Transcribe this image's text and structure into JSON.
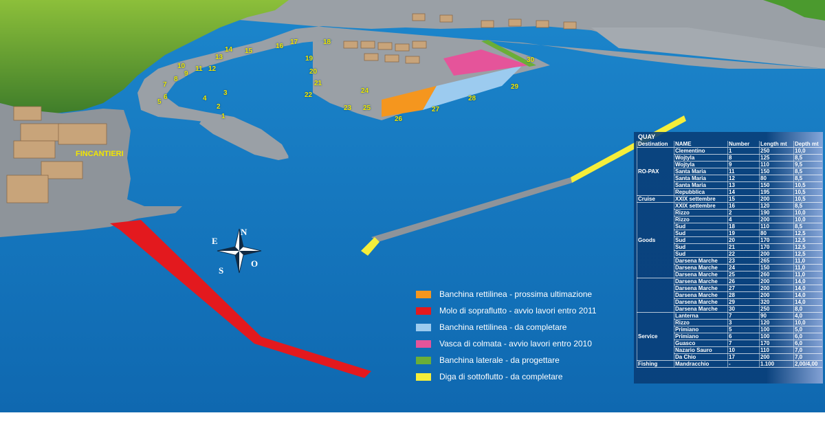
{
  "map": {
    "area_label": "FINCANTIERI",
    "compass": {
      "north": "N",
      "south": "S",
      "east": "E",
      "west": "O"
    },
    "berth_numbers": [
      "1",
      "2",
      "3",
      "4",
      "5",
      "6",
      "7",
      "8",
      "9",
      "10",
      "11",
      "12",
      "13",
      "14",
      "15",
      "16",
      "17",
      "18",
      "19",
      "20",
      "21",
      "22",
      "23",
      "24",
      "25",
      "26",
      "27",
      "28",
      "29",
      "30"
    ],
    "colors": {
      "sea": "#1478c0",
      "land": "#9aa0a6",
      "orange": "#f5961e",
      "red": "#e3191e",
      "light_blue": "#9ccbef",
      "pink": "#e5549a",
      "green": "#6aae38",
      "yellow": "#f5ee3a"
    }
  },
  "legend": [
    {
      "text": "Banchina rettilinea - prossima ultimazione",
      "color": "#f5961e"
    },
    {
      "text": "Molo di sopraflutto - avvio lavori entro 2011",
      "color": "#e3191e"
    },
    {
      "text": "Banchina rettilinea - da completare",
      "color": "#9ccbef"
    },
    {
      "text": "Vasca di colmata - avvio lavori entro 2010",
      "color": "#e5549a"
    },
    {
      "text": "Banchina  laterale - da progettare",
      "color": "#6aae38"
    },
    {
      "text": "Diga di sottoflutto - da completare",
      "color": "#f5ee3a"
    }
  ],
  "quay_table": {
    "title": "QUAY",
    "headers": [
      "Destination",
      "NAME",
      "Number",
      "Length mt",
      "Depth mt"
    ],
    "groups": [
      {
        "destination": "RO-PAX",
        "rows": [
          [
            "Clementino",
            "1",
            "250",
            "10,0"
          ],
          [
            "Wojtyla",
            "8",
            "125",
            "8,5"
          ],
          [
            "Wojtyla",
            "9",
            "110",
            "9,5"
          ],
          [
            "Santa Maria",
            "11",
            "150",
            "8,5"
          ],
          [
            "Santa Maria",
            "12",
            "80",
            "8,5"
          ],
          [
            "Santa Maria",
            "13",
            "150",
            "10,5"
          ],
          [
            "Repubblica",
            "14",
            "195",
            "10,5"
          ]
        ]
      },
      {
        "destination": "Cruise",
        "rows": [
          [
            "XXIX settembre",
            "15",
            "200",
            "10,5"
          ]
        ]
      },
      {
        "destination": "Goods",
        "rows": [
          [
            "XXIX settembre",
            "16",
            "120",
            "8,5"
          ],
          [
            "Rizzo",
            "2",
            "190",
            "10,0"
          ],
          [
            "Rizzo",
            "4",
            "200",
            "10,0"
          ],
          [
            "Sud",
            "18",
            "110",
            "8,5"
          ],
          [
            "Sud",
            "19",
            "80",
            "12,5"
          ],
          [
            "Sud",
            "20",
            "170",
            "12,5"
          ],
          [
            "Sud",
            "21",
            "170",
            "12,5"
          ],
          [
            "Sud",
            "22",
            "200",
            "12,5"
          ],
          [
            "Darsena Marche",
            "23",
            "265",
            "11,0"
          ],
          [
            "Darsena Marche",
            "24",
            "150",
            "11,0"
          ],
          [
            "Darsena Marche",
            "25",
            "260",
            "11,0"
          ]
        ]
      },
      {
        "destination": "",
        "rows": [
          [
            "Darsena Marche",
            "26",
            "200",
            "14,0"
          ],
          [
            "Darsena Marche",
            "27",
            "200",
            "14,0"
          ],
          [
            "Darsena Marche",
            "28",
            "200",
            "14,0"
          ],
          [
            "Darsena Marche",
            "29",
            "320",
            "14,0"
          ],
          [
            "Darsena Marche",
            "30",
            "250",
            "8,0"
          ]
        ]
      },
      {
        "destination": "Service",
        "rows": [
          [
            "Lanterna",
            "7",
            "90",
            "4,0"
          ],
          [
            "Rizzo",
            "3",
            "120",
            "10,0"
          ],
          [
            "Primiano",
            "5",
            "100",
            "5,0"
          ],
          [
            "Primiano",
            "6",
            "100",
            "6,0"
          ],
          [
            "Guasco",
            "7",
            "170",
            "6,0"
          ],
          [
            "Nazario Sauro",
            "10",
            "110",
            "7,0"
          ],
          [
            "Da Chio",
            "17",
            "200",
            "7,0"
          ]
        ]
      },
      {
        "destination": "Fishing",
        "rows": [
          [
            "Mandracchio",
            "-",
            "1.100",
            "2,00/4,00"
          ]
        ]
      }
    ]
  }
}
